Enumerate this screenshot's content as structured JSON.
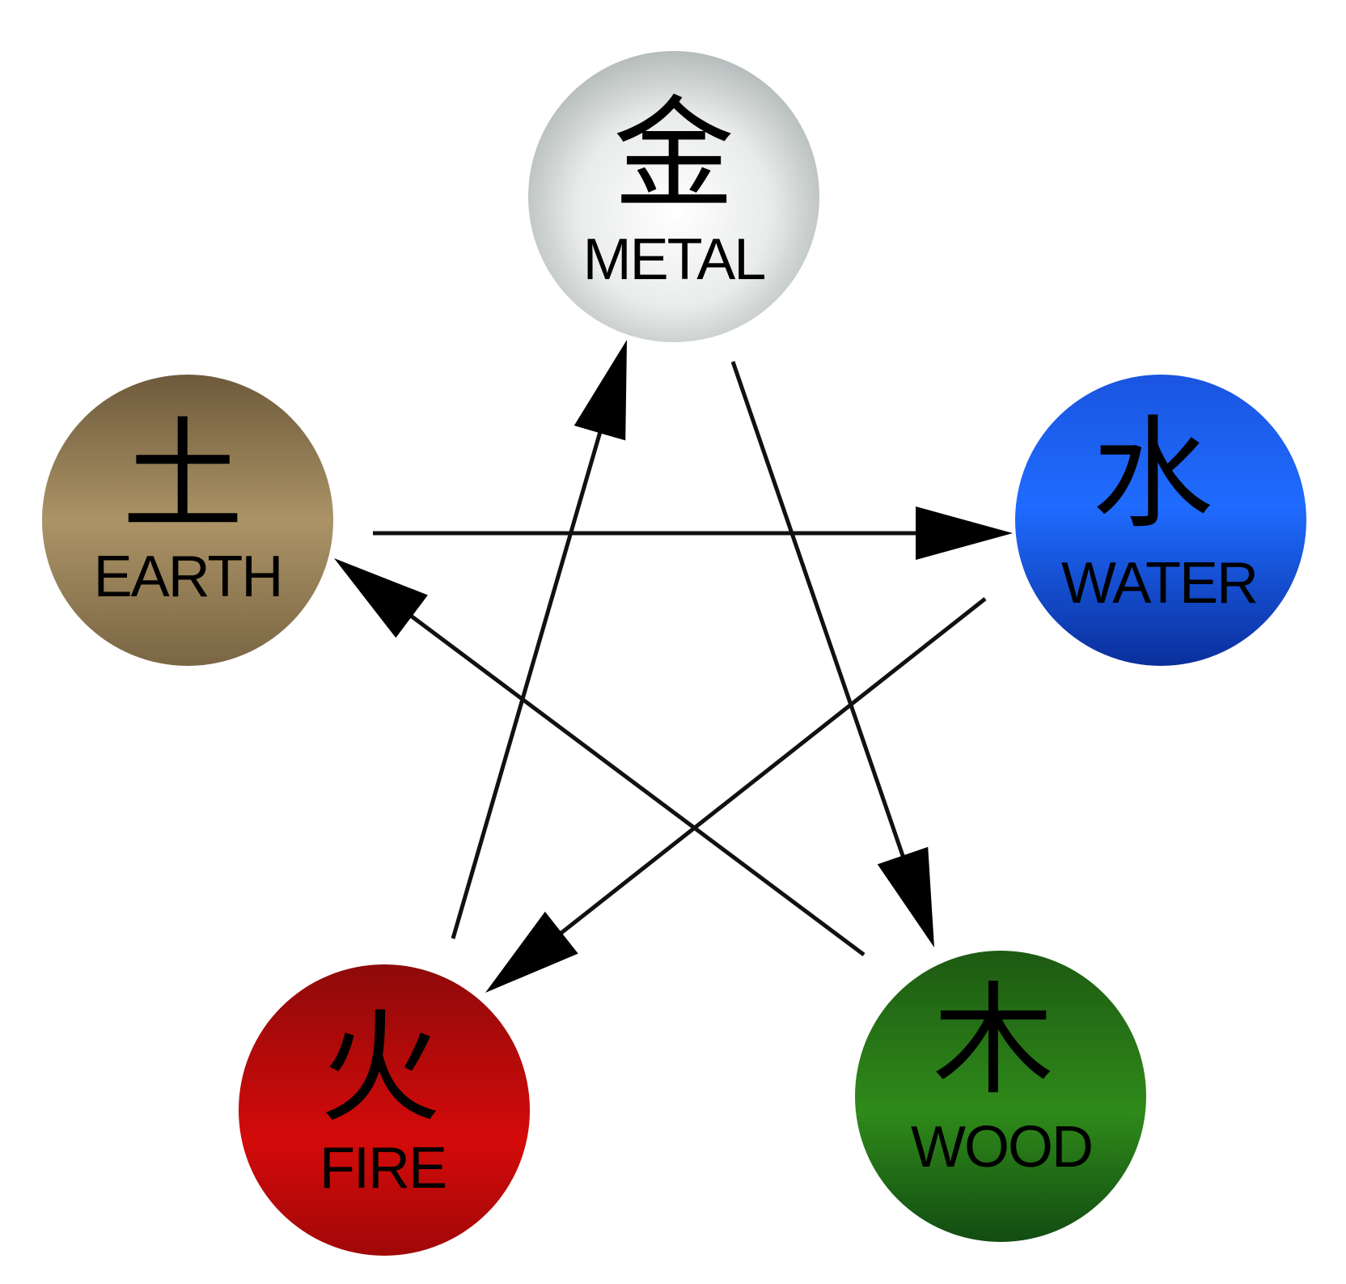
{
  "diagram": {
    "type": "five-elements-cycle",
    "nodes": [
      {
        "id": "metal",
        "character": "金",
        "label": "METAL",
        "color_light": "#ffffff",
        "color_dark": "#b5bcbb"
      },
      {
        "id": "water",
        "character": "水",
        "label": "WATER",
        "color_light": "#1f6bff",
        "color_dark": "#0a2f9c"
      },
      {
        "id": "wood",
        "character": "木",
        "label": "WOOD",
        "color_light": "#2f8a1a",
        "color_dark": "#124c12"
      },
      {
        "id": "fire",
        "character": "火",
        "label": "FIRE",
        "color_light": "#d40a0a",
        "color_dark": "#8e0a0a"
      },
      {
        "id": "earth",
        "character": "土",
        "label": "EARTH",
        "color_light": "#ab9366",
        "color_dark": "#6e5a3b"
      }
    ],
    "edges": [
      {
        "from": "earth",
        "to": "water"
      },
      {
        "from": "water",
        "to": "fire"
      },
      {
        "from": "fire",
        "to": "metal"
      },
      {
        "from": "metal",
        "to": "wood"
      },
      {
        "from": "wood",
        "to": "earth"
      }
    ],
    "arrow_color": "#000000"
  }
}
